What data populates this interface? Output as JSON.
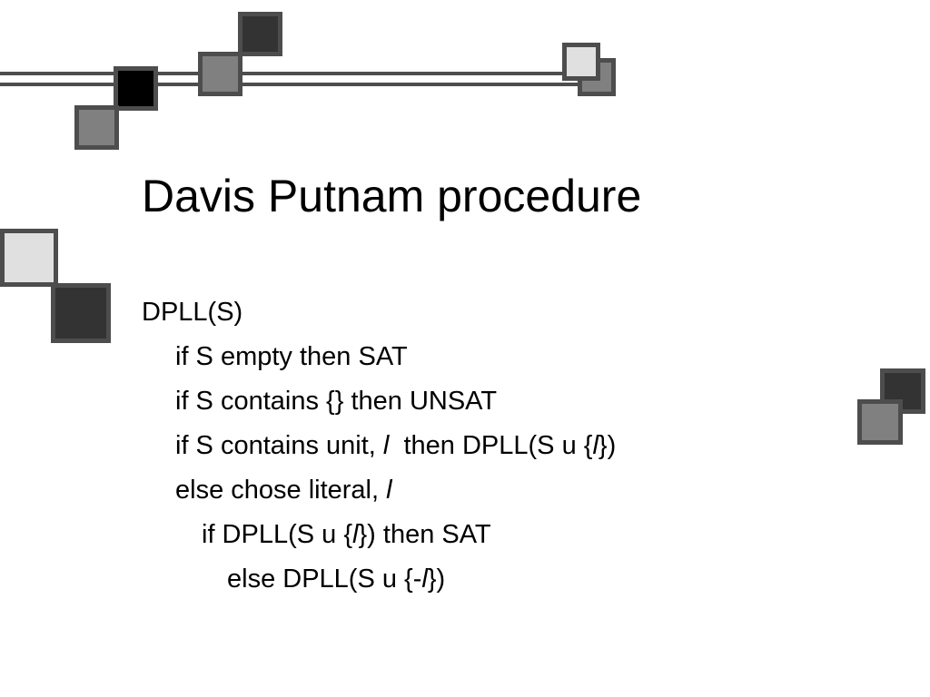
{
  "slide": {
    "title": "Davis Putnam procedure",
    "body_lines": [
      {
        "level": 0,
        "segments": [
          {
            "text": "DPLL(S)",
            "italic": false
          }
        ]
      },
      {
        "level": 1,
        "segments": [
          {
            "text": "if S empty then SAT",
            "italic": false
          }
        ]
      },
      {
        "level": 1,
        "segments": [
          {
            "text": "if S contains {} then UNSAT",
            "italic": false
          }
        ]
      },
      {
        "level": 1,
        "segments": [
          {
            "text": "if S contains unit, ",
            "italic": false
          },
          {
            "text": "l",
            "italic": true
          },
          {
            "text": "  then DPLL(S u {",
            "italic": false
          },
          {
            "text": "l",
            "italic": true
          },
          {
            "text": "})",
            "italic": false
          }
        ]
      },
      {
        "level": 1,
        "segments": [
          {
            "text": "else chose literal, ",
            "italic": false
          },
          {
            "text": "l",
            "italic": true
          }
        ]
      },
      {
        "level": 2,
        "segments": [
          {
            "text": "if DPLL(S u {",
            "italic": false
          },
          {
            "text": "l",
            "italic": true
          },
          {
            "text": "}) then SAT",
            "italic": false
          }
        ]
      },
      {
        "level": 3,
        "segments": [
          {
            "text": "else DPLL(S u {-",
            "italic": false
          },
          {
            "text": "l",
            "italic": true
          },
          {
            "text": "})",
            "italic": false
          }
        ]
      }
    ]
  },
  "colors": {
    "background": "#ffffff",
    "text": "#000000",
    "decor_border": "#4d4d4d",
    "decor_black": "#000000",
    "decor_dark": "#333333",
    "decor_mid": "#808080",
    "decor_light": "#e0e0e0"
  }
}
